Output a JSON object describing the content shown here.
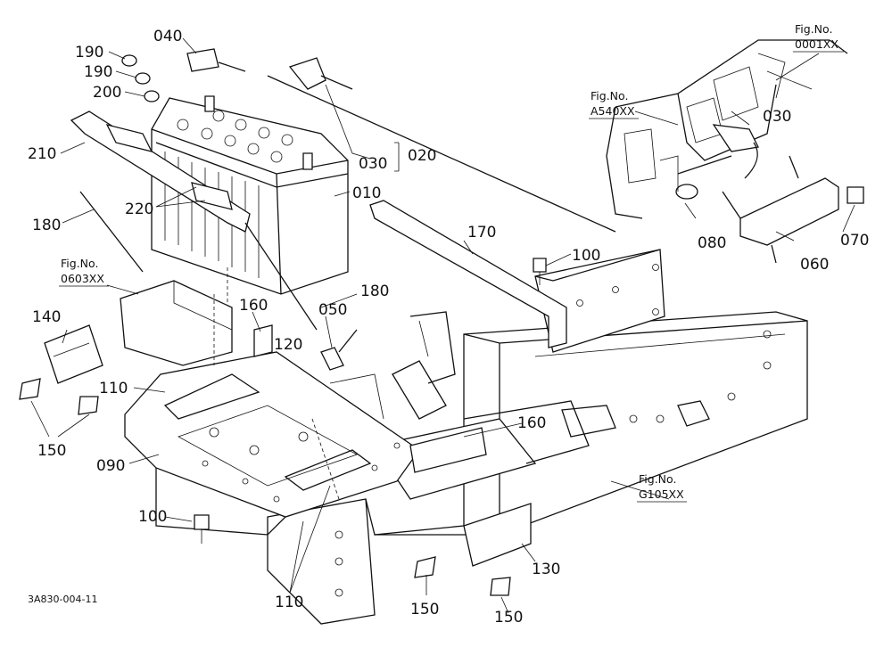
{
  "diagram_code": "3A830-004-11",
  "fig_refs": [
    {
      "id": "fig-0001xx",
      "label": "Fig.No.",
      "number": "0001XX"
    },
    {
      "id": "fig-a540xx",
      "label": "Fig.No.",
      "number": "A540XX"
    },
    {
      "id": "fig-0603xx",
      "label": "Fig.No.",
      "number": "0603XX"
    },
    {
      "id": "fig-g105xx",
      "label": "Fig.No.",
      "number": "G105XX"
    }
  ],
  "callouts": {
    "p190a": "190",
    "p190b": "190",
    "p200": "200",
    "p040": "040",
    "p210": "210",
    "p180a": "180",
    "p220": "220",
    "p010": "010",
    "p030a": "030",
    "p020": "020",
    "p030b": "030",
    "p080": "080",
    "p060": "060",
    "p070": "070",
    "p170": "170",
    "p100a": "100",
    "p180b": "180",
    "p160a": "160",
    "p050": "050",
    "p120": "120",
    "p140": "140",
    "p110a": "110",
    "p150a": "150",
    "p090": "090",
    "p160b": "160",
    "p100b": "100",
    "p130": "130",
    "p110b": "110",
    "p150b": "150",
    "p150c": "150"
  }
}
